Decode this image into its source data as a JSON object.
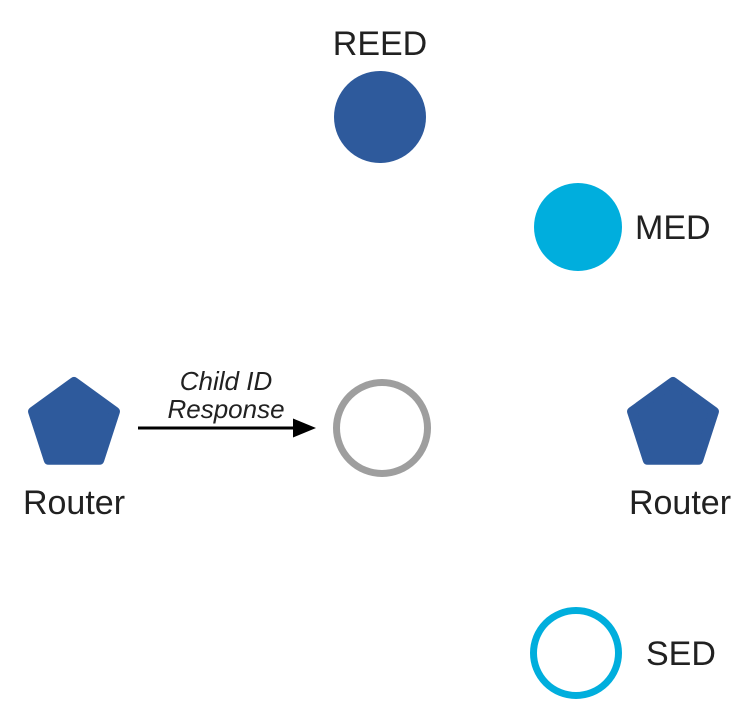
{
  "diagram": {
    "background": "#ffffff",
    "text_color": "#212121",
    "nodes": {
      "reed": {
        "label": "REED",
        "shape": "filled-circle",
        "color": "#2e5a9c"
      },
      "med": {
        "label": "MED",
        "shape": "filled-circle",
        "color": "#00aedd"
      },
      "router_left": {
        "label": "Router",
        "shape": "pentagon",
        "color": "#2e5a9c"
      },
      "router_right": {
        "label": "Router",
        "shape": "pentagon",
        "color": "#2e5a9c"
      },
      "joining_node": {
        "label": "",
        "shape": "outlined-circle",
        "color": "#9e9e9e"
      },
      "sed": {
        "label": "SED",
        "shape": "outlined-circle",
        "color": "#00aedd"
      }
    },
    "edge": {
      "from": "router_left",
      "to": "joining_node",
      "label_line1": "Child ID",
      "label_line2": "Response",
      "color": "#000000"
    }
  }
}
